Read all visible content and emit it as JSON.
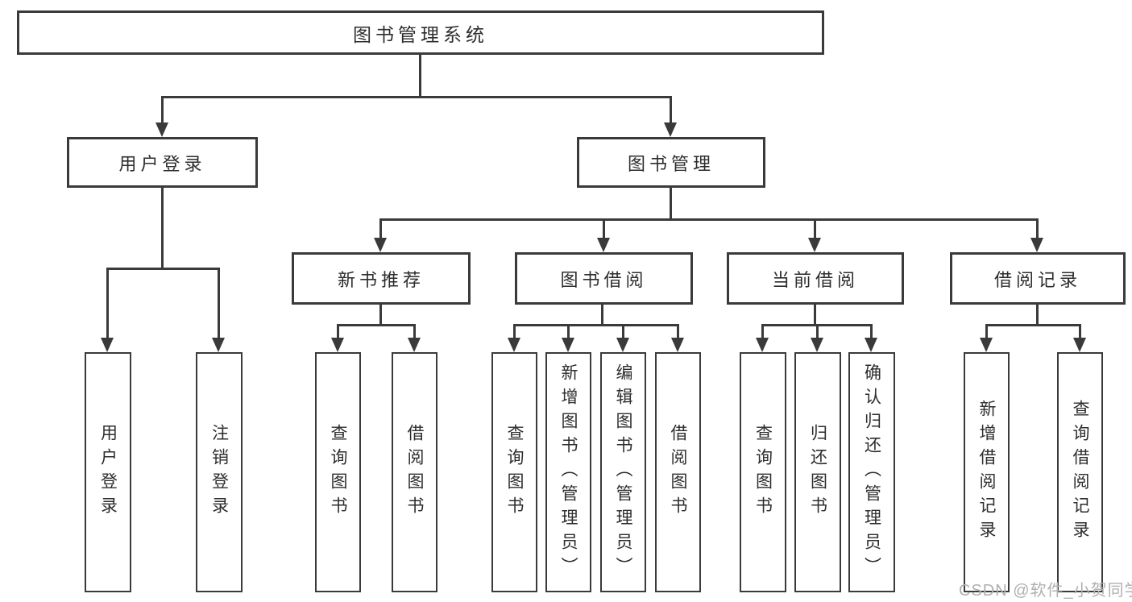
{
  "colors": {
    "line": "#3a3a3a",
    "box_border": "#3a3a3a",
    "text": "#2d2d2d",
    "watermark": "#b0b0b0",
    "background": "#ffffff"
  },
  "watermark": {
    "text": "CSDN @软件_小贺同学"
  },
  "nodes": {
    "root": {
      "label": "图书管理系统"
    },
    "user_login": {
      "label": "用户登录"
    },
    "book_management": {
      "label": "图书管理"
    },
    "new_book_recommendation": {
      "label": "新书推荐"
    },
    "book_borrowing": {
      "label": "图书借阅"
    },
    "current_borrowing": {
      "label": "当前借阅"
    },
    "borrowing_records": {
      "label": "借阅记录"
    },
    "leaves": [
      {
        "label": "用户登录"
      },
      {
        "label": "注销登录"
      },
      {
        "label": "查询图书"
      },
      {
        "label": "借阅图书"
      },
      {
        "label": "查询图书"
      },
      {
        "label": "新增图书（管理员）"
      },
      {
        "label": "编辑图书（管理员）"
      },
      {
        "label": "借阅图书"
      },
      {
        "label": "查询图书"
      },
      {
        "label": "归还图书"
      },
      {
        "label": "确认归还（管理员）"
      },
      {
        "label": "新增借阅记录"
      },
      {
        "label": "查询借阅记录"
      }
    ]
  }
}
